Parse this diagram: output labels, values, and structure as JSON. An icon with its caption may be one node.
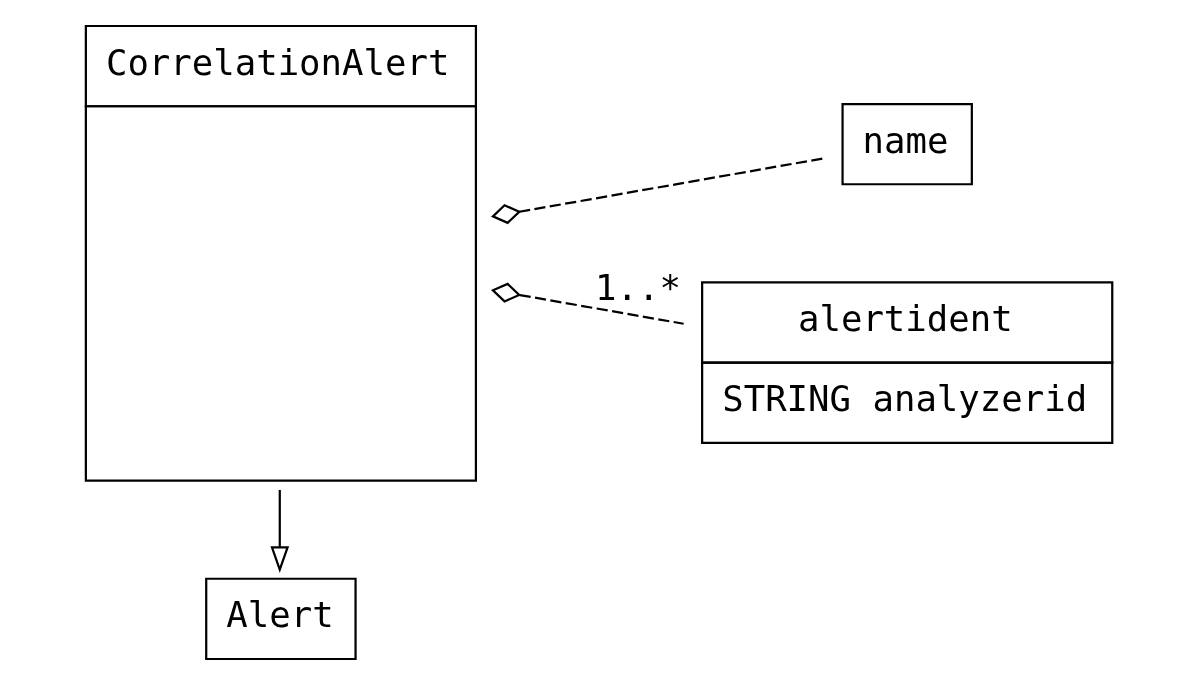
{
  "diagram": {
    "nodes": [
      {
        "text": [
          "Alert"
        ]
      },
      {
        "text": [
          "CorrelationAlert"
        ]
      },
      {
        "text": [
          "name"
        ]
      },
      {
        "text": [
          "alertident",
          "STRING analyzerid"
        ]
      }
    ],
    "edges": [
      {
        "from": 1,
        "to": 0,
        "arrow": "to"
      },
      {
        "from": 1,
        "to": 2,
        "arrow": "other",
        "style": "dashed"
      },
      {
        "from": 1,
        "to": 3,
        "arrow": "other",
        "style": "dashed",
        "label": "1..*"
      }
    ]
  }
}
